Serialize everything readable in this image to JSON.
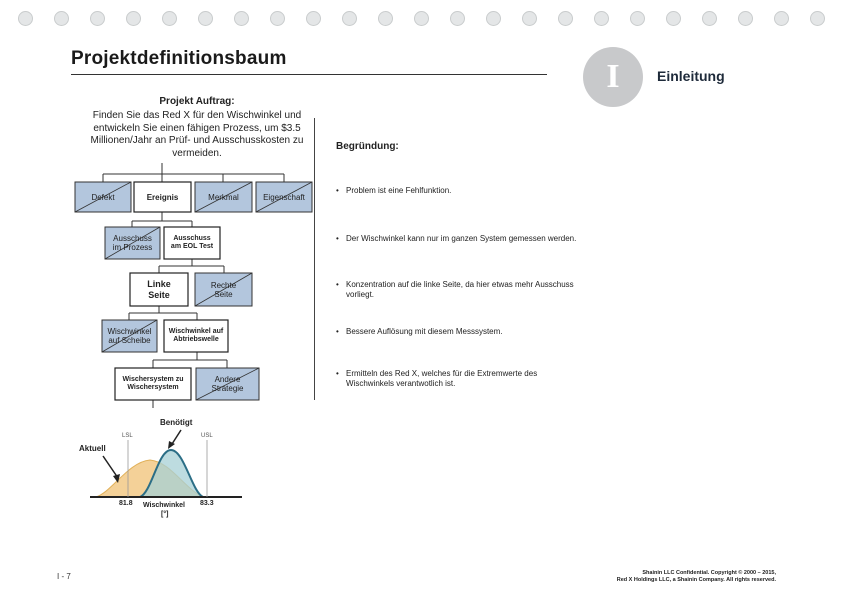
{
  "page": {
    "title": "Projektdefinitionsbaum",
    "section_numeral": "I",
    "section_name": "Einleitung",
    "page_number": "I - 7",
    "footer_line1": "Shainin LLC Confidential. Copyright © 2000 – 2015,",
    "footer_line2": "Red X Holdings LLC, a Shainin Company. All rights reserved."
  },
  "project": {
    "heading": "Projekt Auftrag:",
    "text": "Finden Sie das Red X für den Wischwinkel und entwickeln Sie einen fähigen Prozess, um $3.5 Millionen/Jahr an Prüf- und Ausschusskosten zu vermeiden."
  },
  "tree": {
    "row1": [
      "Defekt",
      "Ereignis",
      "Merkmal",
      "Eigenschaft"
    ],
    "row2": [
      "Ausschuss im Prozess",
      "Ausschuss am EOL Test"
    ],
    "row3": [
      "Linke Seite",
      "Rechte Seite"
    ],
    "row4": [
      "Wischwinkel auf Scheibe",
      "Wischwinkel auf Abtriebswelle"
    ],
    "row5": [
      "Wischersystem zu Wischersystem",
      "Andere Strategie"
    ]
  },
  "reasons": {
    "heading": "Begründung:",
    "items": [
      "Problem ist eine Fehlfunktion.",
      "Der Wischwinkel kann nur im ganzen System gemessen werden.",
      "Konzentration auf die linke Seite, da hier etwas mehr Ausschuss vorliegt.",
      "Bessere Auflösung mit diesem Messsystem.",
      "Ermitteln des Red X, welches für die Extremwerte des Wischwinkels verantwotlich ist."
    ]
  },
  "graph": {
    "needed_label": "Benötigt",
    "actual_label": "Aktuell",
    "lsl_label": "LSL",
    "usl_label": "USL",
    "lsl_value": "81.8",
    "usl_value": "83.3",
    "axis_label": "Wischwinkel",
    "axis_unit": "[°]"
  },
  "colors": {
    "box_crossed": "#b3c6dd",
    "actual_curve": "#f2c986",
    "needed_curve": "#a7d0d6",
    "needed_stroke": "#2b6e86"
  }
}
